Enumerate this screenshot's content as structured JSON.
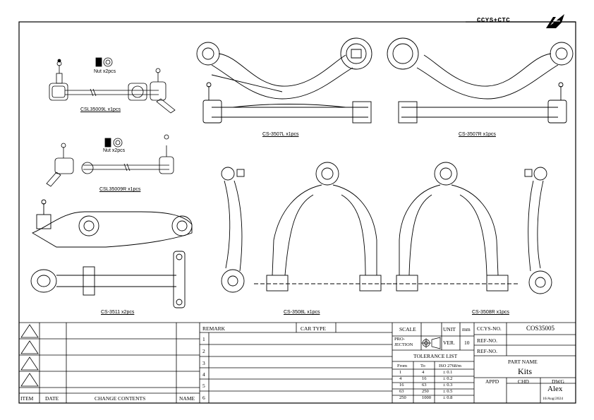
{
  "brand": {
    "logo_text": "CCYS+CTC"
  },
  "parts": [
    {
      "label": "CSL35009L x1pcs",
      "nut": "Nut x2pcs"
    },
    {
      "label": "CSL35009R x1pcs",
      "nut": "Nut x2pcs"
    },
    {
      "label": "CS-3507L x1pcs"
    },
    {
      "label": "CS-3507R x1pcs"
    },
    {
      "label": "CS-3511 x2pcs"
    },
    {
      "label": "CS-3508L x1pcs"
    },
    {
      "label": "CS-3508R x1pcs"
    }
  ],
  "revision_table": {
    "headers": {
      "item": "ITEM",
      "date": "DATE",
      "change_contents": "CHANGE CONTENTS",
      "name": "NAME"
    }
  },
  "remark_table": {
    "remark": "REMARK",
    "car_type": "CAR TYPE",
    "rows": [
      "1",
      "2",
      "3",
      "4",
      "5",
      "6"
    ]
  },
  "scale_block": {
    "scale": "SCALE",
    "unit": "UNIT",
    "unit_value": "mm",
    "projection": "PRO-\nJECTION",
    "ver": "VER.",
    "ver_value": "10"
  },
  "tolerance": {
    "title": "TOLERANCE LIST",
    "headers": [
      "From",
      "To",
      "ISO 2768/m"
    ],
    "rows": [
      [
        "1",
        "4",
        "± 0.1"
      ],
      [
        "4",
        "16",
        "± 0.2"
      ],
      [
        "16",
        "63",
        "± 0.3"
      ],
      [
        "63",
        "250",
        "± 0.5"
      ],
      [
        "250",
        "1000",
        "± 0.8"
      ]
    ]
  },
  "info": {
    "ccys_no_label": "CCYS-NO.",
    "ccys_no": "COS35005",
    "ref_no_label_1": "REF-NO.",
    "ref_no_label_2": "REF-NO.",
    "part_name_label": "PART NAME",
    "part_name": "Kits",
    "appd": "APPD",
    "chd": "CHD",
    "dwg": "DWG",
    "drawn_by": "Alex",
    "date": "16/Aug/2024"
  }
}
